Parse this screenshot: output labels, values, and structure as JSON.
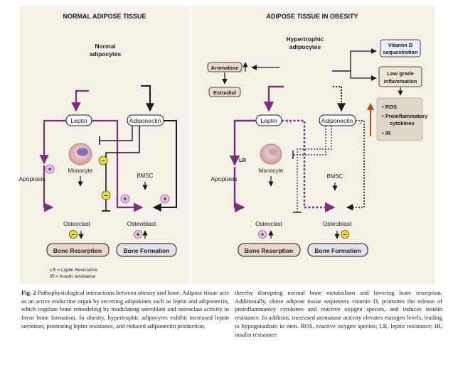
{
  "panels": {
    "left_title": "NORMAL ADIPOSE TISSUE",
    "right_title": "ADIPOSE TISSUE IN OBESITY"
  },
  "left": {
    "adipocytes_line1": "Normal",
    "adipocytes_line2": "adipocytes",
    "leptin": "Leptin",
    "adiponectin": "Adiponectin",
    "apoptosis": "Apoptosis",
    "monocyte": "Monocyte",
    "bmsc": "BMSC",
    "osteoclast": "Osteoclast",
    "osteoblast": "Osteoblast",
    "bone_resorption": "Bone Resorption",
    "bone_formation": "Bone Formation",
    "legend_lr": "LR = Leptin Resistance",
    "legend_ir": "IR = Insulin resistance"
  },
  "right": {
    "adipocytes_line1": "Hypertrophic",
    "adipocytes_line2": "adipocytes",
    "aromatase": "Aromatase",
    "estradiol": "Estradiol",
    "vitd_line1": "Vitamin D",
    "vitd_line2": "sequestration",
    "infl_line1": "Low grade",
    "infl_line2": "inflammation",
    "effects": [
      "• ROS",
      "• Proinflammatory",
      "cytokines",
      "• IR"
    ],
    "leptin": "Leptin",
    "adiponectin": "Adiponectin",
    "lr": "LR",
    "apoptosis": "Apoptosis",
    "monocyte": "Monocyte",
    "bmsc": "BMSC",
    "osteoclast": "Osteoclast",
    "osteoblast": "Osteoblast",
    "bone_resorption": "Bone Resorption",
    "bone_formation": "Bone Formation"
  },
  "caption": {
    "label": "Fig. 2",
    "left_text": "Pathophysiological interactions between obesity and bone. Adipose tissue acts as an active endocrine organ by secreting adipokines such as leptin and adiponectin, which regulate bone remodeling by modulating osteoblast and osteoclast activity to favor bone formation. In obesity, hypertrophic adipocytes exhibit increased leptin secretion, promoting leptin resistance, and reduced adiponectin production,",
    "right_text": "thereby disrupting normal bone metabolism and favoring bone resorption. Additionally, obese adipose tissue sequesters vitamin D, promotes the release of proinflammatory cytokines and reactive oxygen species, and induces insulin resistance. In addition, increased aromatase activity elevates estrogen levels, leading to hypogonadism in men. ROS, reactive oxygen species; LR, leptin resistance; IR, insulin resistance"
  },
  "colors": {
    "panel_bg": "#f6f1e7",
    "purple": "#7b2f7f",
    "black": "#1a1a1a",
    "bone_resorption_fill": "#ecd9cd",
    "bone_formation_fill": "#e4e3ea",
    "effects_fill": "#ddd6c9",
    "vitd_fill": "#e5f1f7",
    "infl_fill": "#ede5d6",
    "plus_fill": "#ecc3e8",
    "minus_fill": "#ede224",
    "up_arrow": "#b5481c"
  }
}
